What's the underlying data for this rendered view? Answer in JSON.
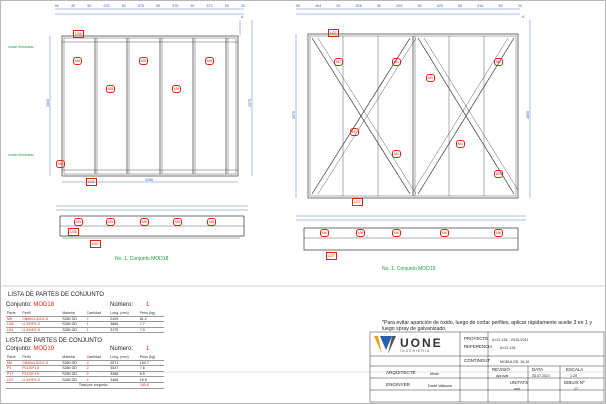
{
  "drawings": {
    "mod18": {
      "caption": "No. 1, Conjunto MOD18",
      "top_dims": [
        "60",
        "30",
        "50",
        "575",
        "50",
        "575",
        "50",
        "575",
        "50",
        "573",
        "50",
        "30"
      ],
      "left_dims": [
        "3000",
        "2075"
      ],
      "bottom_dim": "3266",
      "side_notes": [
        "cortar eliminado",
        "cortar eliminado"
      ],
      "tags": [
        "U35",
        "M5",
        "M5",
        "M5",
        "M5",
        "M5",
        "M5",
        "U41",
        "U35",
        "M5",
        "M5",
        "M5",
        "M5",
        "M5",
        "U41"
      ],
      "section_label": "A"
    },
    "mod19": {
      "caption": "No. 1, Conjunto MOD19",
      "top_dims": [
        "50",
        "404",
        "50",
        "525",
        "50",
        "525",
        "50",
        "525",
        "50",
        "516",
        "50",
        "30"
      ],
      "left_dims": [
        "3075",
        "2850"
      ],
      "tags": [
        "U27",
        "M1",
        "M1",
        "M1",
        "M1",
        "M1",
        "M1",
        "M1",
        "M1",
        "U27",
        "M6",
        "M6",
        "M6",
        "M6",
        "M6",
        "U27"
      ],
      "section_label": "A"
    }
  },
  "parts_title": "LISTA DE PARTES DE CONJUNTO",
  "parts_blocks": [
    {
      "conjunto_label": "Conjunto:",
      "conjunto_value": "MOD18",
      "numero_label": "Número:",
      "numero_value": "1",
      "headers": [
        "Parte",
        "Perfil",
        "Material",
        "Cantidad",
        "Long. (mm)",
        "Peso (kg)"
      ],
      "rows": [
        [
          "M5",
          "CB80x1.5/2x1.5",
          "S280 GD",
          "7",
          "2425",
          "61.2"
        ],
        [
          "U35",
          "U-34*8*1.5",
          "S280 GD",
          "1",
          "3866",
          "7.7"
        ],
        [
          "U41",
          "U-34*8*1.5",
          "S280 GD",
          "1",
          "3170",
          "7.0"
        ]
      ]
    },
    {
      "conjunto_label": "Conjunto:",
      "conjunto_value": "MOD19",
      "numero_label": "Número:",
      "numero_value": "1",
      "headers": [
        "Parte",
        "Perfil",
        "Material",
        "Cantidad",
        "Long. (mm)",
        "Peso (kg)"
      ],
      "rows": [
        [
          "M6",
          "CB80x1.5/2x1.5",
          "S280 GD",
          "4",
          "2571",
          "164.7"
        ],
        [
          "P1",
          "PL100*1.5",
          "S280 GD",
          "2",
          "3537",
          "7.6"
        ],
        [
          "P17",
          "PL100*1.5",
          "S280 GD",
          "2",
          "3468",
          "8.5"
        ],
        [
          "U27",
          "U-34*8*1.5",
          "S280 GD",
          "2",
          "3466",
          "16.5"
        ]
      ],
      "total_label": "Total por conjunto:",
      "total_value": "240.8"
    }
  ],
  "note": "*Para evitar aparición de óxido, luego de cortar perfiles, aplicar rápidamente aceite 3 en 1 y luego spray de galvanizado.",
  "title_block": {
    "logo_text": "UONE",
    "logo_sub": "INGENIERIA",
    "proyecto_label": "PROYECTE",
    "proyecto_value": "A+21.134 - V010-V011",
    "referencia_label": "REFERENCIA",
    "referencia_value": "A+21.134",
    "contingut_label": "CONTINGUT",
    "contingut_value": "MODULOS: 18,19",
    "arquitecte_label": "ARQUITECTE",
    "arquitecte_value": "Modn",
    "revisio_label": "REVISIÓ",
    "revisio_value": "Aprovat",
    "data_label": "DATA",
    "data_value": "25.07.2021",
    "escala_label": "ESCALA",
    "escala_value": "1:25",
    "enginyer_label": "ENGINYER",
    "enginyer_value": "David Vattuone",
    "unitats_label": "UNITATS",
    "unitats_value": "mm",
    "dibuix_label": "DIBUIX Nº",
    "dibuix_value": "17"
  }
}
